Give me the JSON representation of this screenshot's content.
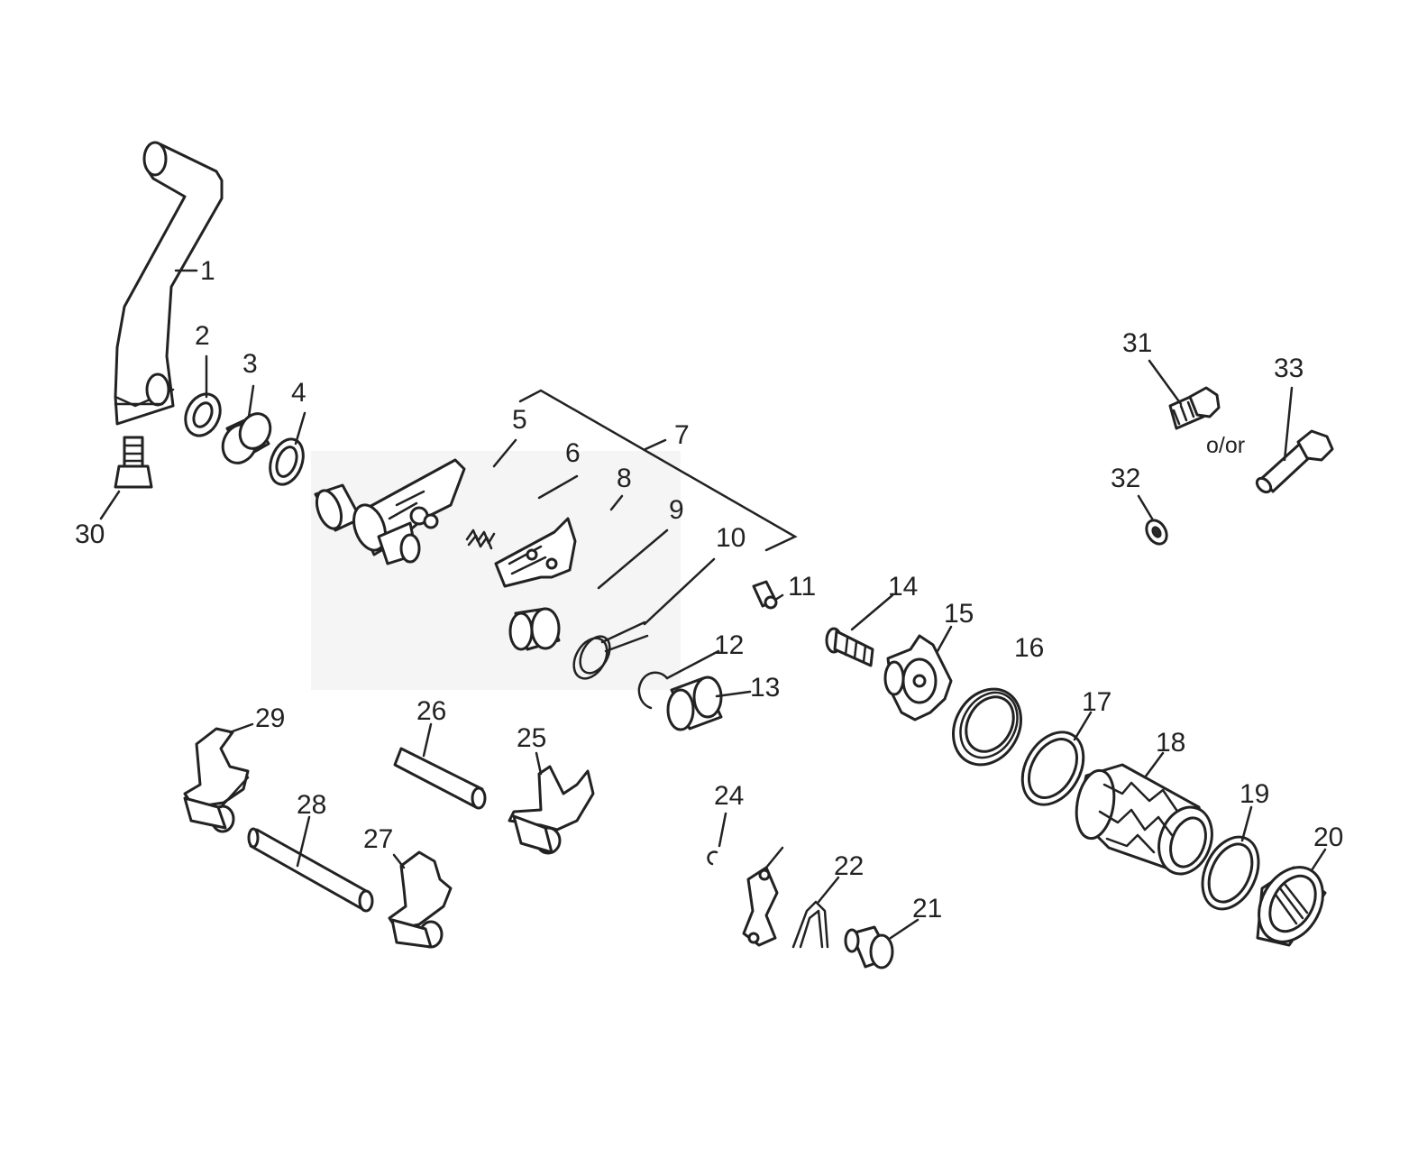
{
  "callouts": {
    "c1": "1",
    "c2": "2",
    "c3": "3",
    "c4": "4",
    "c5": "5",
    "c6": "6",
    "c7": "7",
    "c8": "8",
    "c9": "9",
    "c10": "10",
    "c11": "11",
    "c12": "12",
    "c13": "13",
    "c14": "14",
    "c15": "15",
    "c16": "16",
    "c17": "17",
    "c18": "18",
    "c19": "19",
    "c20": "20",
    "c21": "21",
    "c22": "22",
    "c24": "24",
    "c25": "25",
    "c26": "26",
    "c27": "27",
    "c28": "28",
    "c29": "29",
    "c30": "30",
    "c31": "31",
    "c32": "32",
    "c33": "33"
  },
  "alternative_note": "o/or"
}
